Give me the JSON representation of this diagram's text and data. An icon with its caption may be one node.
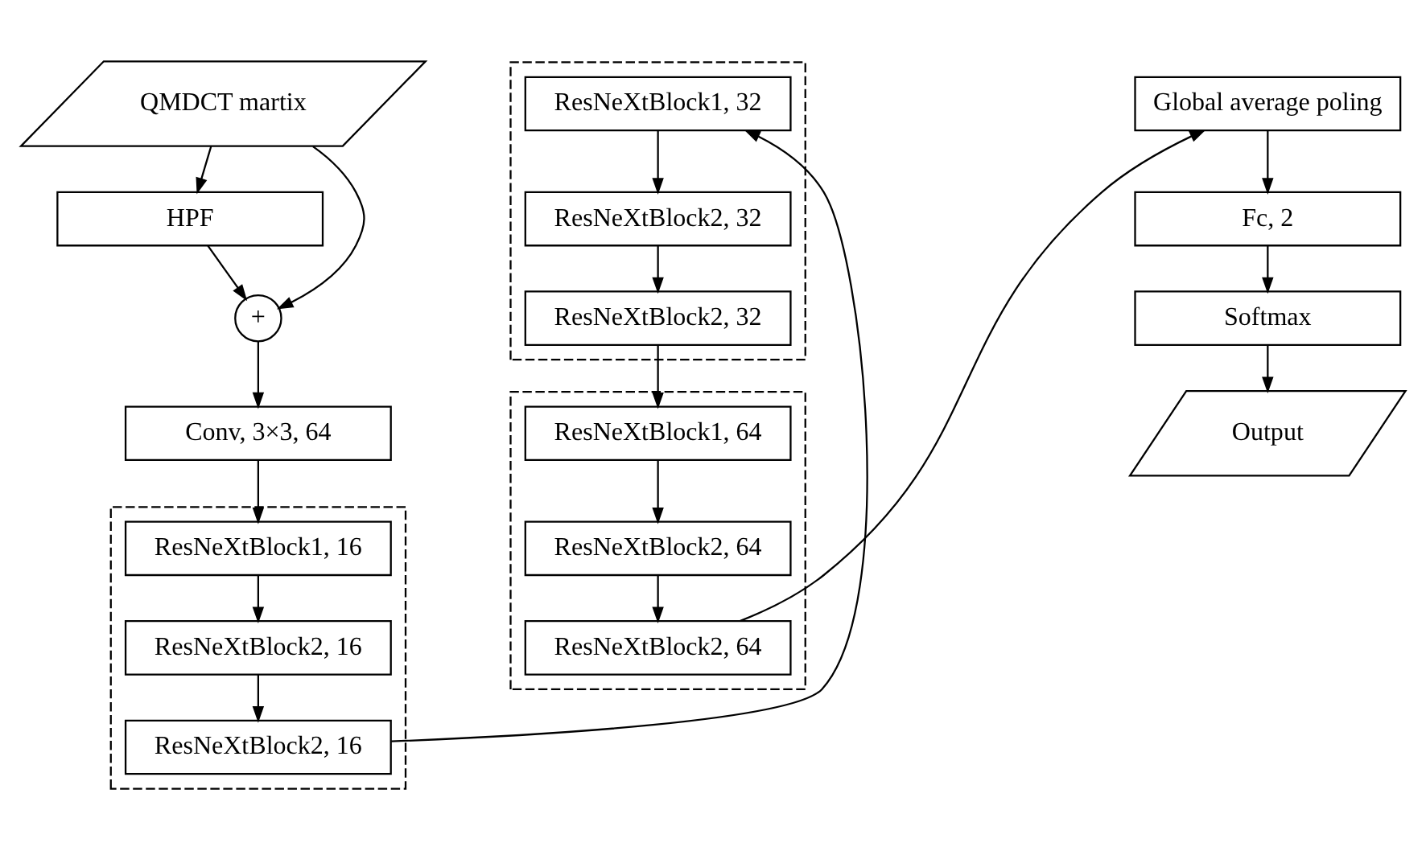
{
  "diagram": {
    "nodes": [
      {
        "text": [
          "QMDCT martix"
        ]
      },
      {
        "text": [
          "HPF"
        ]
      },
      {
        "text": [
          "+"
        ]
      },
      {
        "text": [
          "Conv, 3×3, 64"
        ]
      },
      {
        "text": [],
        "shape": "box"
      },
      {
        "text": [
          "ResNeXtBlock1, 16"
        ],
        "in": 4
      },
      {
        "text": [
          "ResNeXtBlock2, 16"
        ],
        "in": 4
      },
      {
        "text": [
          "ResNeXtBlock2, 16"
        ],
        "in": 4
      },
      {
        "text": [],
        "shape": "box"
      },
      {
        "text": [
          "ResNeXtBlock1, 32"
        ],
        "in": 8
      },
      {
        "text": [
          "ResNeXtBlock2, 32"
        ],
        "in": 8
      },
      {
        "text": [
          "ResNeXtBlock2, 32"
        ],
        "in": 8
      },
      {
        "text": [],
        "shape": "box"
      },
      {
        "text": [
          "ResNeXtBlock1, 64"
        ],
        "in": 12
      },
      {
        "text": [
          "ResNeXtBlock2, 64"
        ],
        "in": 12
      },
      {
        "text": [
          "ResNeXtBlock2, 64"
        ],
        "in": 12
      },
      {
        "text": [
          "Global average poling"
        ]
      },
      {
        "text": [
          "Fc, 2"
        ]
      },
      {
        "text": [
          "Softmax"
        ]
      },
      {
        "text": [
          "Output"
        ]
      }
    ],
    "edges": [
      {
        "from": 0,
        "to": 1,
        "arrow": "to"
      },
      {
        "from": 1,
        "to": 2,
        "arrow": "to"
      },
      {
        "from": 0,
        "to": 2,
        "arrow": "to"
      },
      {
        "from": 2,
        "to": 3,
        "arrow": "to"
      },
      {
        "from": 3,
        "to": 5,
        "arrow": "to"
      },
      {
        "from": 5,
        "to": 6,
        "arrow": "to"
      },
      {
        "from": 6,
        "to": 7,
        "arrow": "to"
      },
      {
        "from": 7,
        "to": 9,
        "arrow": "to"
      },
      {
        "from": 9,
        "to": 10,
        "arrow": "to"
      },
      {
        "from": 10,
        "to": 11,
        "arrow": "to"
      },
      {
        "from": 11,
        "to": 13,
        "arrow": "to"
      },
      {
        "from": 13,
        "to": 14,
        "arrow": "to"
      },
      {
        "from": 14,
        "to": 15,
        "arrow": "to"
      },
      {
        "from": 15,
        "to": 16,
        "arrow": "to"
      },
      {
        "from": 16,
        "to": 17,
        "arrow": "to"
      },
      {
        "from": 17,
        "to": 18,
        "arrow": "to"
      },
      {
        "from": 18,
        "to": 19,
        "arrow": "to"
      }
    ]
  }
}
